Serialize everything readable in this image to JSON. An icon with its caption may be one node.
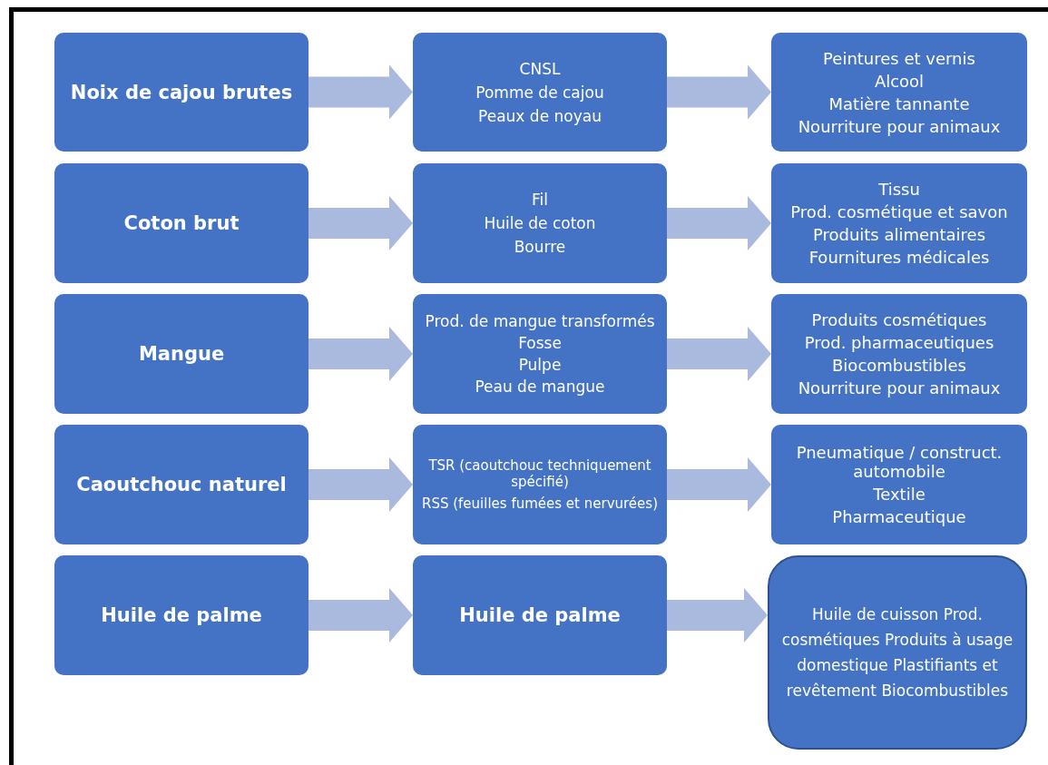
{
  "diagram": {
    "nodes": [
      {
        "text": [
          "Noix de cajou brutes"
        ]
      },
      {
        "text": [
          "CNSL",
          "Pomme de cajou",
          "Peaux de noyau"
        ]
      },
      {
        "text": [
          "Peintures et vernis",
          "Alcool",
          "Matière tannante",
          "Nourriture pour animaux"
        ]
      },
      {
        "text": [
          "Coton brut"
        ]
      },
      {
        "text": [
          "Fil",
          "Huile de coton",
          "Bourre"
        ]
      },
      {
        "text": [
          "Tissu",
          "Prod. cosmétique et savon",
          "Produits alimentaires",
          "Fournitures médicales"
        ]
      },
      {
        "text": [
          "Mangue"
        ]
      },
      {
        "text": [
          "Prod. de mangue transformés",
          "Fosse",
          "Pulpe",
          "Peau de mangue"
        ]
      },
      {
        "text": [
          "Produits cosmétiques",
          "Prod. pharmaceutiques",
          "Biocombustibles",
          "Nourriture pour animaux"
        ]
      },
      {
        "text": [
          "Caoutchouc naturel"
        ]
      },
      {
        "text": [
          "TSR (caoutchouc techniquement spécifié)",
          "RSS (feuilles fumées et nervurées)"
        ]
      },
      {
        "text": [
          "Pneumatique / construct. automobile",
          "Textile",
          "Pharmaceutique"
        ]
      },
      {
        "text": [
          "Huile de palme"
        ]
      },
      {
        "text": [
          "Huile de palme"
        ]
      },
      {
        "text": [
          "Huile de cuisson Prod. cosmétiques Produits à usage domestique Plastifiants et revêtement Biocombustibles"
        ]
      }
    ],
    "edges": [
      {
        "from": 0,
        "to": 1,
        "arrow": "to"
      },
      {
        "from": 1,
        "to": 2,
        "arrow": "to"
      },
      {
        "from": 3,
        "to": 4,
        "arrow": "to"
      },
      {
        "from": 4,
        "to": 5,
        "arrow": "to"
      },
      {
        "from": 6,
        "to": 7,
        "arrow": "to"
      },
      {
        "from": 7,
        "to": 8,
        "arrow": "to"
      },
      {
        "from": 9,
        "to": 10,
        "arrow": "to"
      },
      {
        "from": 10,
        "to": 11,
        "arrow": "to"
      },
      {
        "from": 12,
        "to": 13,
        "arrow": "to"
      },
      {
        "from": 13,
        "to": 14,
        "arrow": "to"
      }
    ]
  }
}
